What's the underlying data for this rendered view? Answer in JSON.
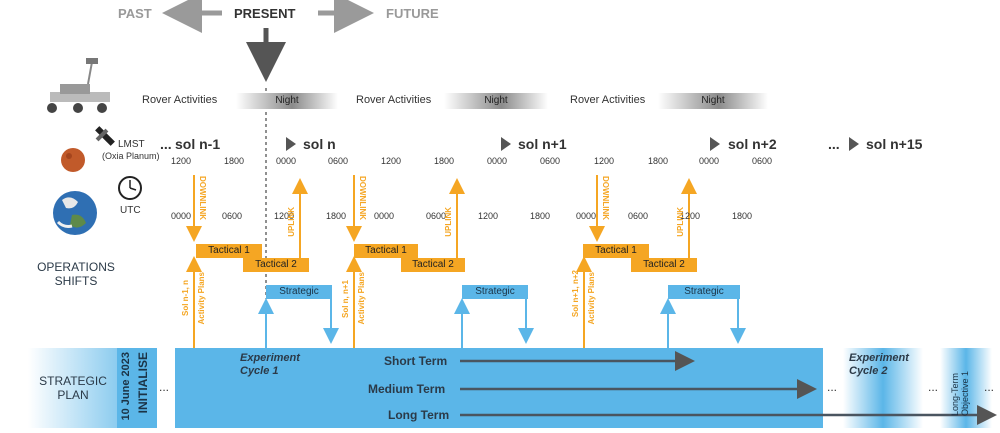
{
  "timeline": {
    "past": "PAST",
    "present": "PRESENT",
    "future": "FUTURE"
  },
  "activities": {
    "rover": "Rover Activities",
    "night": "Night"
  },
  "clock_labels": {
    "lmst": "LMST",
    "site": "(Oxia Planum)",
    "utc": "UTC"
  },
  "sols": {
    "ellipsis": "...",
    "s1": "sol n-1",
    "s2": "sol n",
    "s3": "sol n+1",
    "s4": "sol n+2",
    "s5": "sol n+15"
  },
  "lmst_ticks": [
    "1200",
    "1800",
    "0000",
    "0600",
    "1200",
    "1800",
    "0000",
    "0600",
    "1200",
    "1800",
    "0000",
    "0600"
  ],
  "utc_ticks": [
    "0000",
    "0600",
    "1200",
    "1800",
    "0000",
    "0600",
    "1200",
    "1800",
    "0000",
    "0600",
    "1200",
    "1800"
  ],
  "shifts": {
    "title_line1": "OPERATIONS",
    "title_line2": "SHIFTS",
    "tactical1": "Tactical 1",
    "tactical2": "Tactical 2",
    "strategic": "Strategic",
    "downlink": "DOWNLINK",
    "uplink": "UPLINK",
    "plans_a": "Sol n-1, n",
    "plans_b": "Sol n, n+1",
    "plans_c": "Sol n+1, n+2",
    "plans_sub": "Activity Plans"
  },
  "strategic": {
    "title_line1": "STRATEGIC",
    "title_line2": "PLAN",
    "date": "10 June 2023",
    "initialise": "INITIALISE",
    "ellipsis": "...",
    "exp1_line1": "Experiment",
    "exp1_line2": "Cycle 1",
    "exp2_line1": "Experiment",
    "exp2_line2": "Cycle 2",
    "short_term": "Short Term",
    "medium_term": "Medium Term",
    "long_term": "Long Term",
    "long_term_obj": "Long-Term Objective 1"
  },
  "colors": {
    "orange": "#f5a623",
    "blue": "#5bb6e8",
    "dark_arrow": "#555555",
    "grey_arrow": "#9a9a9a"
  }
}
